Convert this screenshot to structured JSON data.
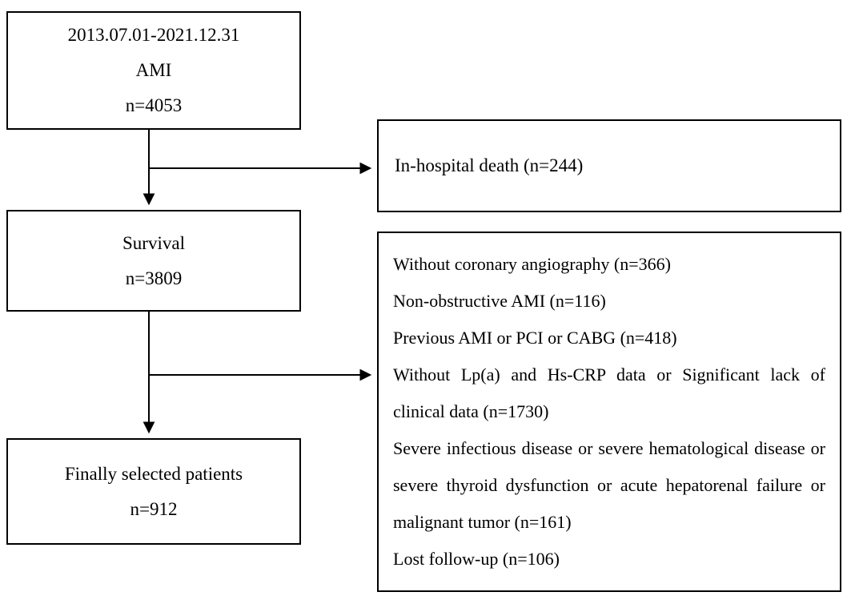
{
  "flowchart": {
    "boxes": {
      "ami": {
        "lines": [
          "2013.07.01-2021.12.31",
          "AMI",
          "n=4053"
        ]
      },
      "survival": {
        "lines": [
          "Survival",
          "n=3809"
        ]
      },
      "final": {
        "lines": [
          "Finally selected patients",
          "n=912"
        ]
      },
      "in_hospital_death": {
        "text": "In-hospital death (n=244)"
      },
      "exclusions": {
        "items": [
          "Without coronary angiography (n=366)",
          "Non-obstructive AMI (n=116)",
          "Previous AMI or PCI or CABG (n=418)",
          "Without Lp(a) and Hs-CRP data or Significant lack of clinical data (n=1730)",
          "Severe infectious disease or severe hematological disease or severe thyroid dysfunction or acute hepatorenal failure or malignant tumor (n=161)",
          "Lost follow-up (n=106)"
        ]
      }
    },
    "colors": {
      "border": "#000000",
      "background": "#ffffff",
      "text": "#000000"
    }
  }
}
